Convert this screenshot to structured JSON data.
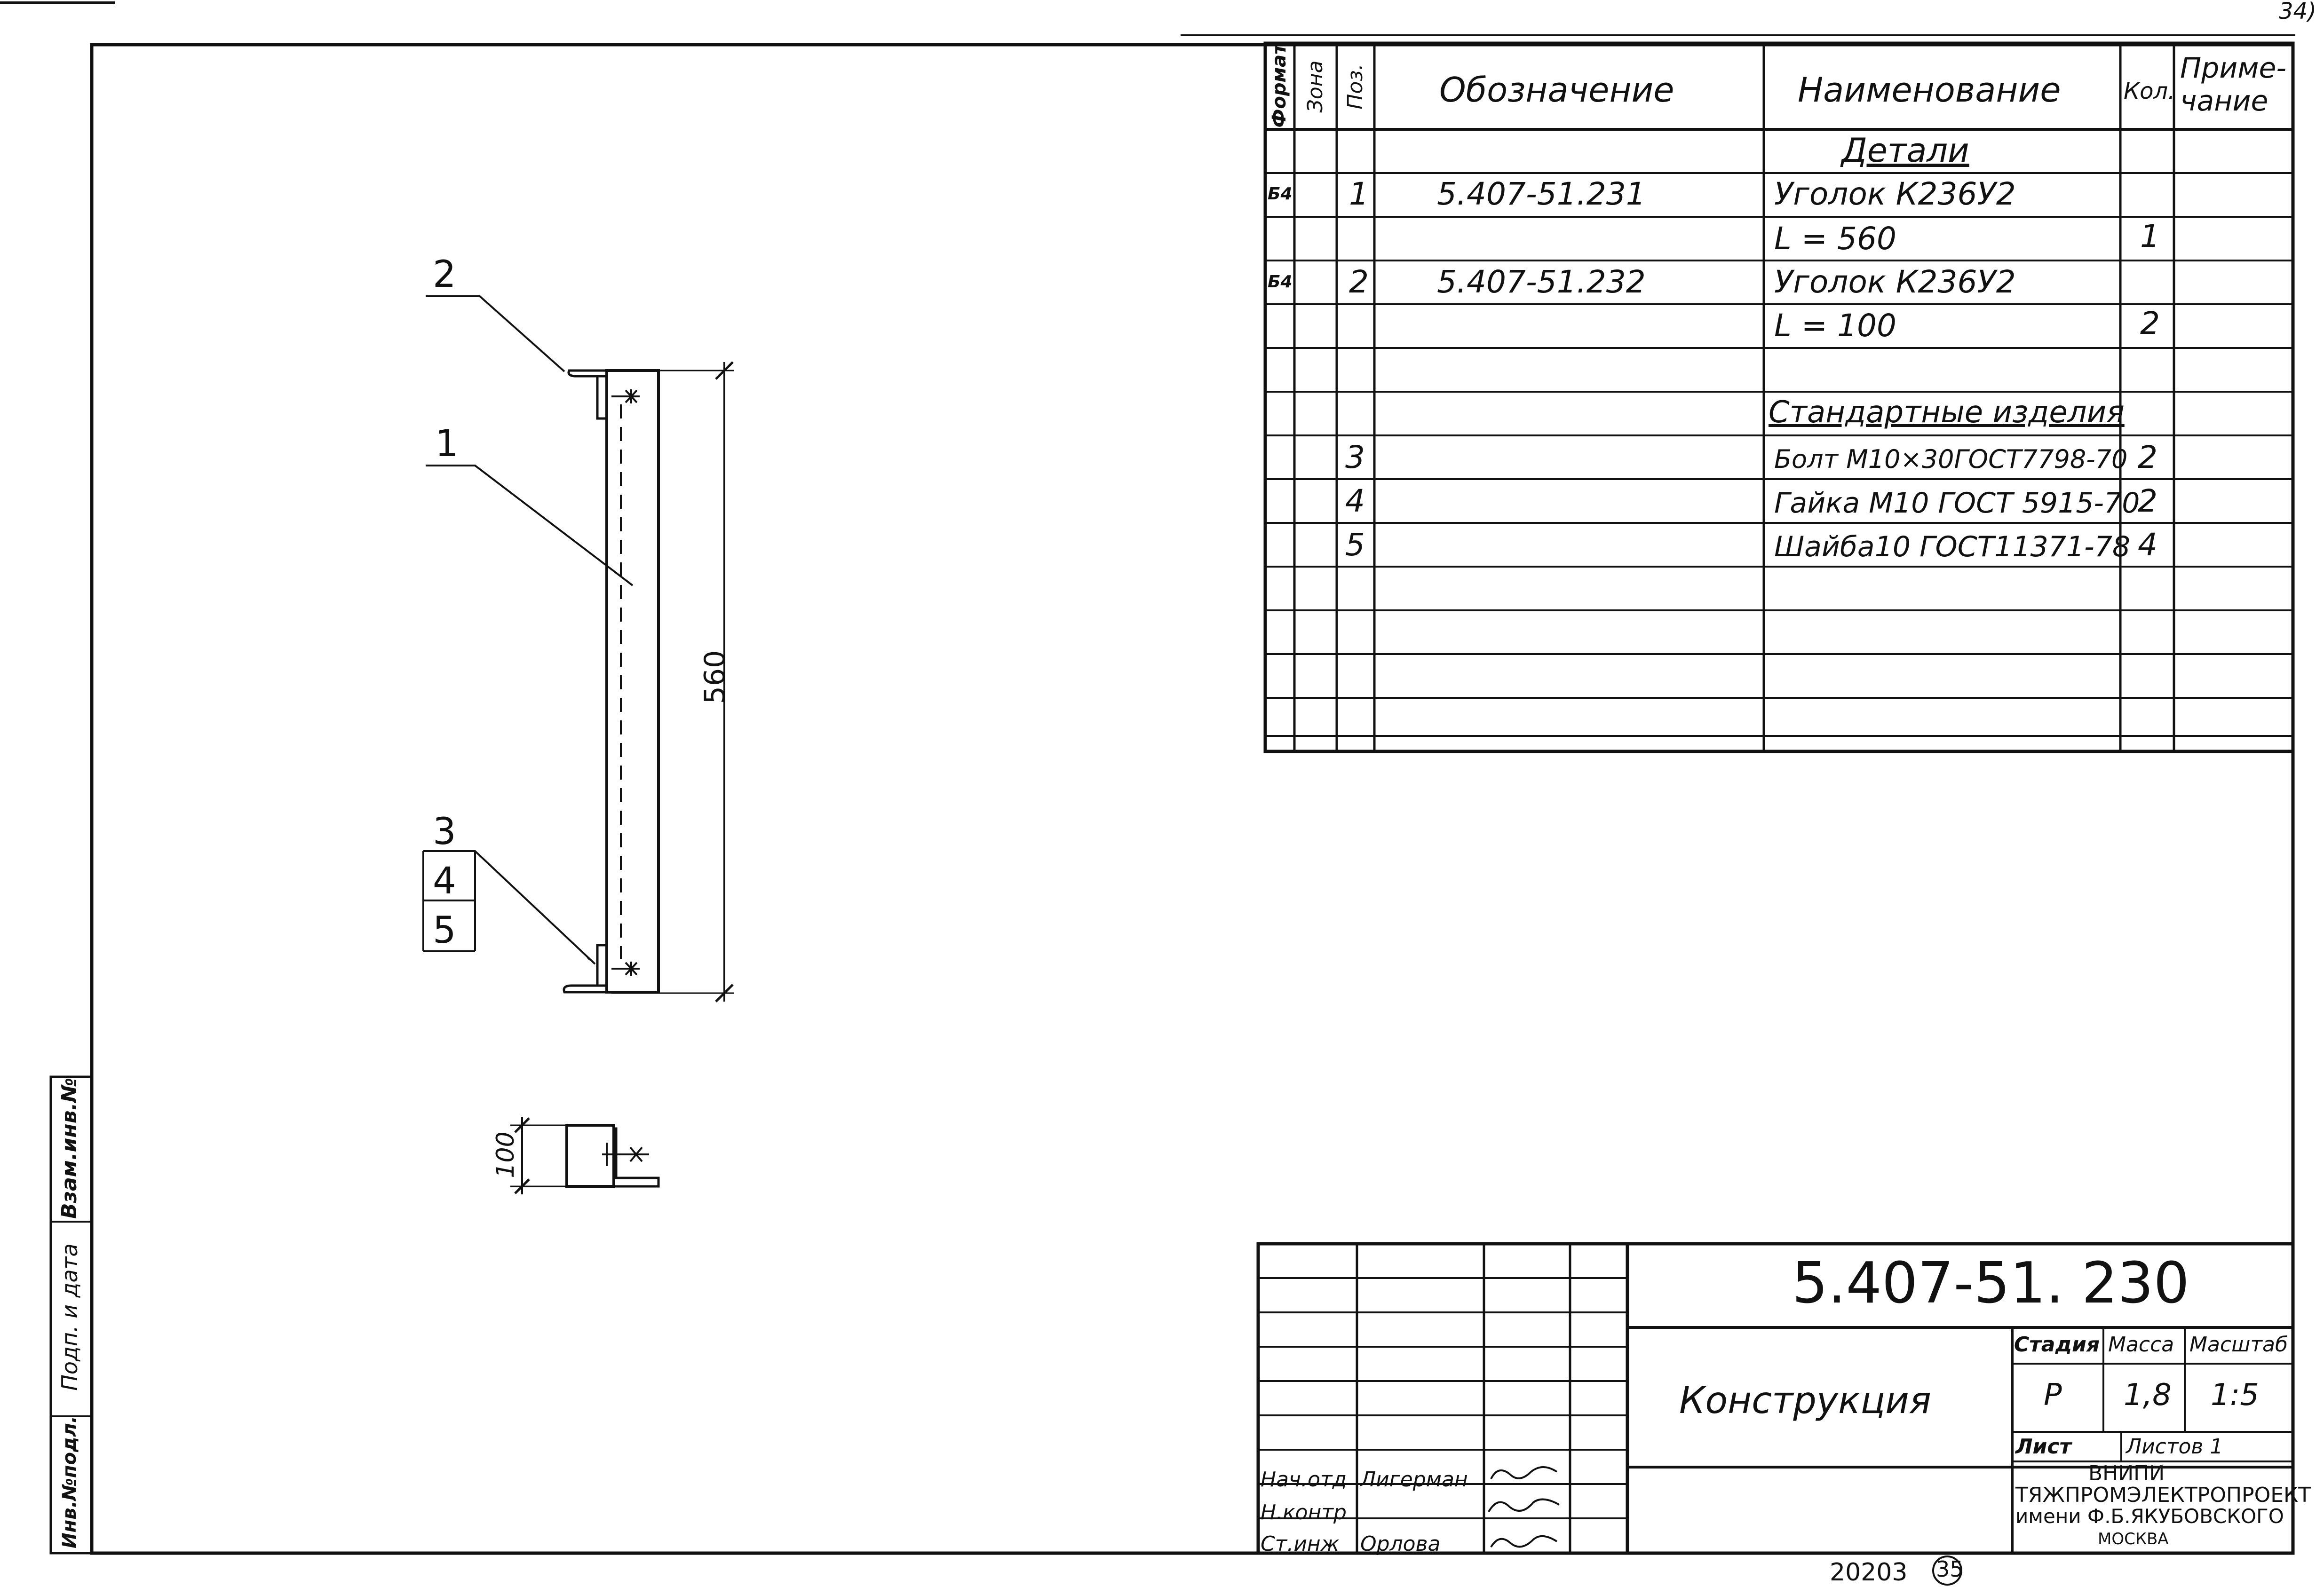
{
  "page": {
    "corner_number": "34)",
    "bottom_number": "20203",
    "bottom_sheet": "35"
  },
  "spec_table": {
    "headers": {
      "format": "Формат",
      "zone": "Зона",
      "pos": "Поз.",
      "designation": "Обозначение",
      "name": "Наименование",
      "qty": "Кол.",
      "note_line1": "Приме-",
      "note_line2": "чание"
    },
    "section_details": "Детали",
    "section_standard": "Стандартные изделия",
    "rows": [
      {
        "format": "Б4",
        "pos": "1",
        "designation": "5.407-51.231",
        "name": "Уголок К236У2",
        "qty": ""
      },
      {
        "format": "",
        "pos": "",
        "designation": "",
        "name": "L = 560",
        "qty": "1"
      },
      {
        "format": "Б4",
        "pos": "2",
        "designation": "5.407-51.232",
        "name": "Уголок К236У2",
        "qty": ""
      },
      {
        "format": "",
        "pos": "",
        "designation": "",
        "name": "L = 100",
        "qty": "2"
      },
      {
        "format": "",
        "pos": "3",
        "designation": "",
        "name": "Болт М10×30ГОСТ7798-70",
        "qty": "2"
      },
      {
        "format": "",
        "pos": "4",
        "designation": "",
        "name": "Гайка М10 ГОСТ 5915-70",
        "qty": "2"
      },
      {
        "format": "",
        "pos": "5",
        "designation": "",
        "name": "Шайба10 ГОСТ11371-78",
        "qty": "4"
      }
    ]
  },
  "drawing": {
    "leader_labels": [
      "2",
      "1",
      "3",
      "4",
      "5"
    ],
    "dim_length": "560",
    "dim_width": "100"
  },
  "title_block": {
    "doc_number": "5.407-51. 230",
    "title": "Конструкция",
    "stage_label": "Стадия",
    "mass_label": "Масса",
    "scale_label": "Масштаб",
    "stage": "Р",
    "mass": "1,8",
    "scale": "1:5",
    "sheet_label": "Лист",
    "sheets_label": "Листов 1",
    "org_line1": "ВНИПИ",
    "org_line2": "ТЯЖПРОМЭЛЕКТРОПРОЕКТ",
    "org_line3": "имени Ф.Б.ЯКУБОВСКОГО",
    "org_line4": "МОСКВА",
    "roles": [
      "Нач.отд",
      "Н.контр",
      "Ст.инж"
    ],
    "names": [
      "Лигерман",
      "",
      "Орлова"
    ]
  },
  "side_stamp": {
    "inv_sub": "Взам.инв.№",
    "sign_date": "Подп. и дата",
    "inv_orig": "Инв.№подл."
  }
}
